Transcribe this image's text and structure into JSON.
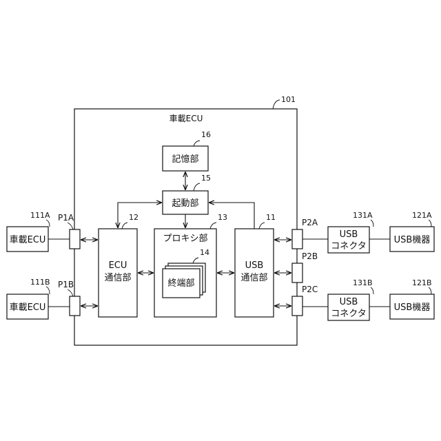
{
  "ecu_main": {
    "label": "車載ECU",
    "ref": "101"
  },
  "storage": {
    "label": "記憶部",
    "ref": "16"
  },
  "startup": {
    "label": "起動部",
    "ref": "15"
  },
  "ecu_comm": {
    "line1": "ECU",
    "line2": "通信部",
    "ref": "12"
  },
  "proxy": {
    "label": "プロキシ部",
    "ref": "13"
  },
  "terminal": {
    "label": "終端部",
    "ref": "14"
  },
  "usb_comm": {
    "line1": "USB",
    "line2": "通信部",
    "ref": "11"
  },
  "ports": {
    "p1a": "P1A",
    "p1b": "P1B",
    "p2a": "P2A",
    "p2b": "P2B",
    "p2c": "P2C"
  },
  "ext_ecu_a": {
    "label": "車載ECU",
    "ref": "111A"
  },
  "ext_ecu_b": {
    "label": "車載ECU",
    "ref": "111B"
  },
  "usb_conn_a": {
    "line1": "USB",
    "line2": "コネクタ",
    "ref": "131A"
  },
  "usb_conn_b": {
    "line1": "USB",
    "line2": "コネクタ",
    "ref": "131B"
  },
  "usb_dev_a": {
    "label": "USB機器",
    "ref": "121A"
  },
  "usb_dev_b": {
    "label": "USB機器",
    "ref": "121B"
  }
}
